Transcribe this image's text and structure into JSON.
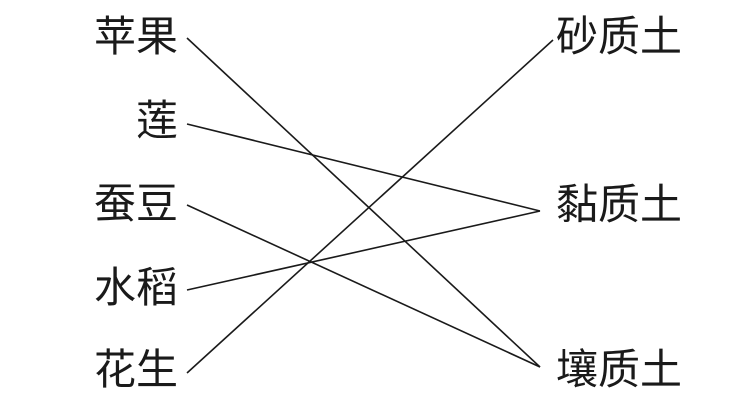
{
  "diagram": {
    "left_items": [
      {
        "id": "apple",
        "label": "苹果"
      },
      {
        "id": "lotus",
        "label": "莲"
      },
      {
        "id": "broad-bean",
        "label": "蚕豆"
      },
      {
        "id": "rice",
        "label": "水稻"
      },
      {
        "id": "peanut",
        "label": "花生"
      }
    ],
    "right_items": [
      {
        "id": "sandy-soil",
        "label": "砂质土"
      },
      {
        "id": "clay-soil",
        "label": "黏质土"
      },
      {
        "id": "loam-soil",
        "label": "壤质土"
      }
    ],
    "connections": [
      {
        "from": "apple",
        "to": "loam-soil"
      },
      {
        "from": "lotus",
        "to": "clay-soil"
      },
      {
        "from": "broad-bean",
        "to": "loam-soil"
      },
      {
        "from": "rice",
        "to": "clay-soil"
      },
      {
        "from": "peanut",
        "to": "sandy-soil"
      }
    ],
    "colors": {
      "line": "#1a1a1a",
      "text": "#1a1a1a"
    }
  }
}
